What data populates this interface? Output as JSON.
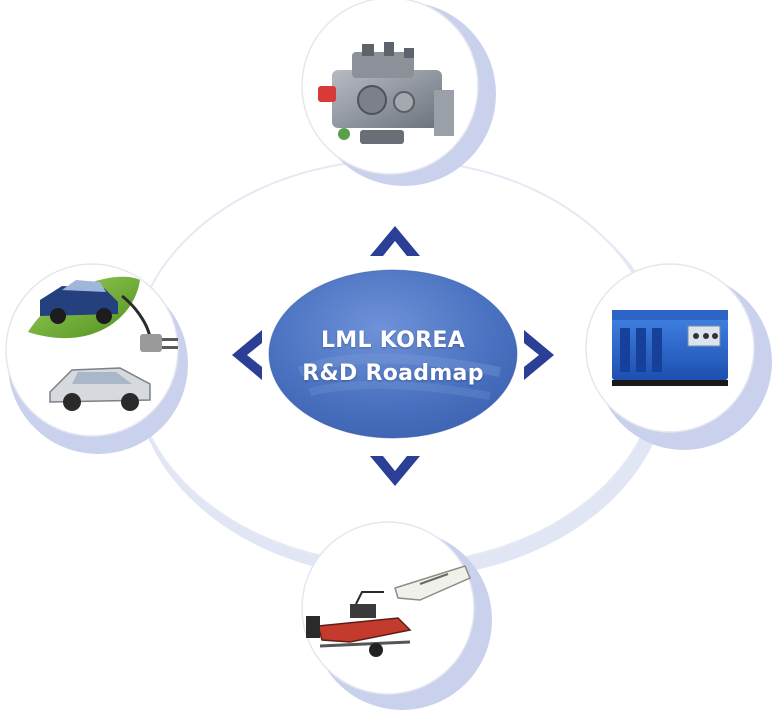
{
  "hub": {
    "title_line1": "LML  KOREA",
    "title_line2": "R&D Roadmap"
  },
  "colors": {
    "hub_fill": "#4a72c1",
    "arrow": "#2a3f95",
    "ring": "#e2e6f3",
    "shadow": "#c9d1ec"
  },
  "nodes": [
    {
      "id": "top",
      "depicts": "engine-fuel-injection-pump"
    },
    {
      "id": "right",
      "depicts": "blue-generator-set"
    },
    {
      "id": "bottom",
      "depicts": "rib-boat-on-trailer-and-white-boat"
    },
    {
      "id": "left",
      "depicts": "electric-hybrid-car-with-plug"
    }
  ]
}
